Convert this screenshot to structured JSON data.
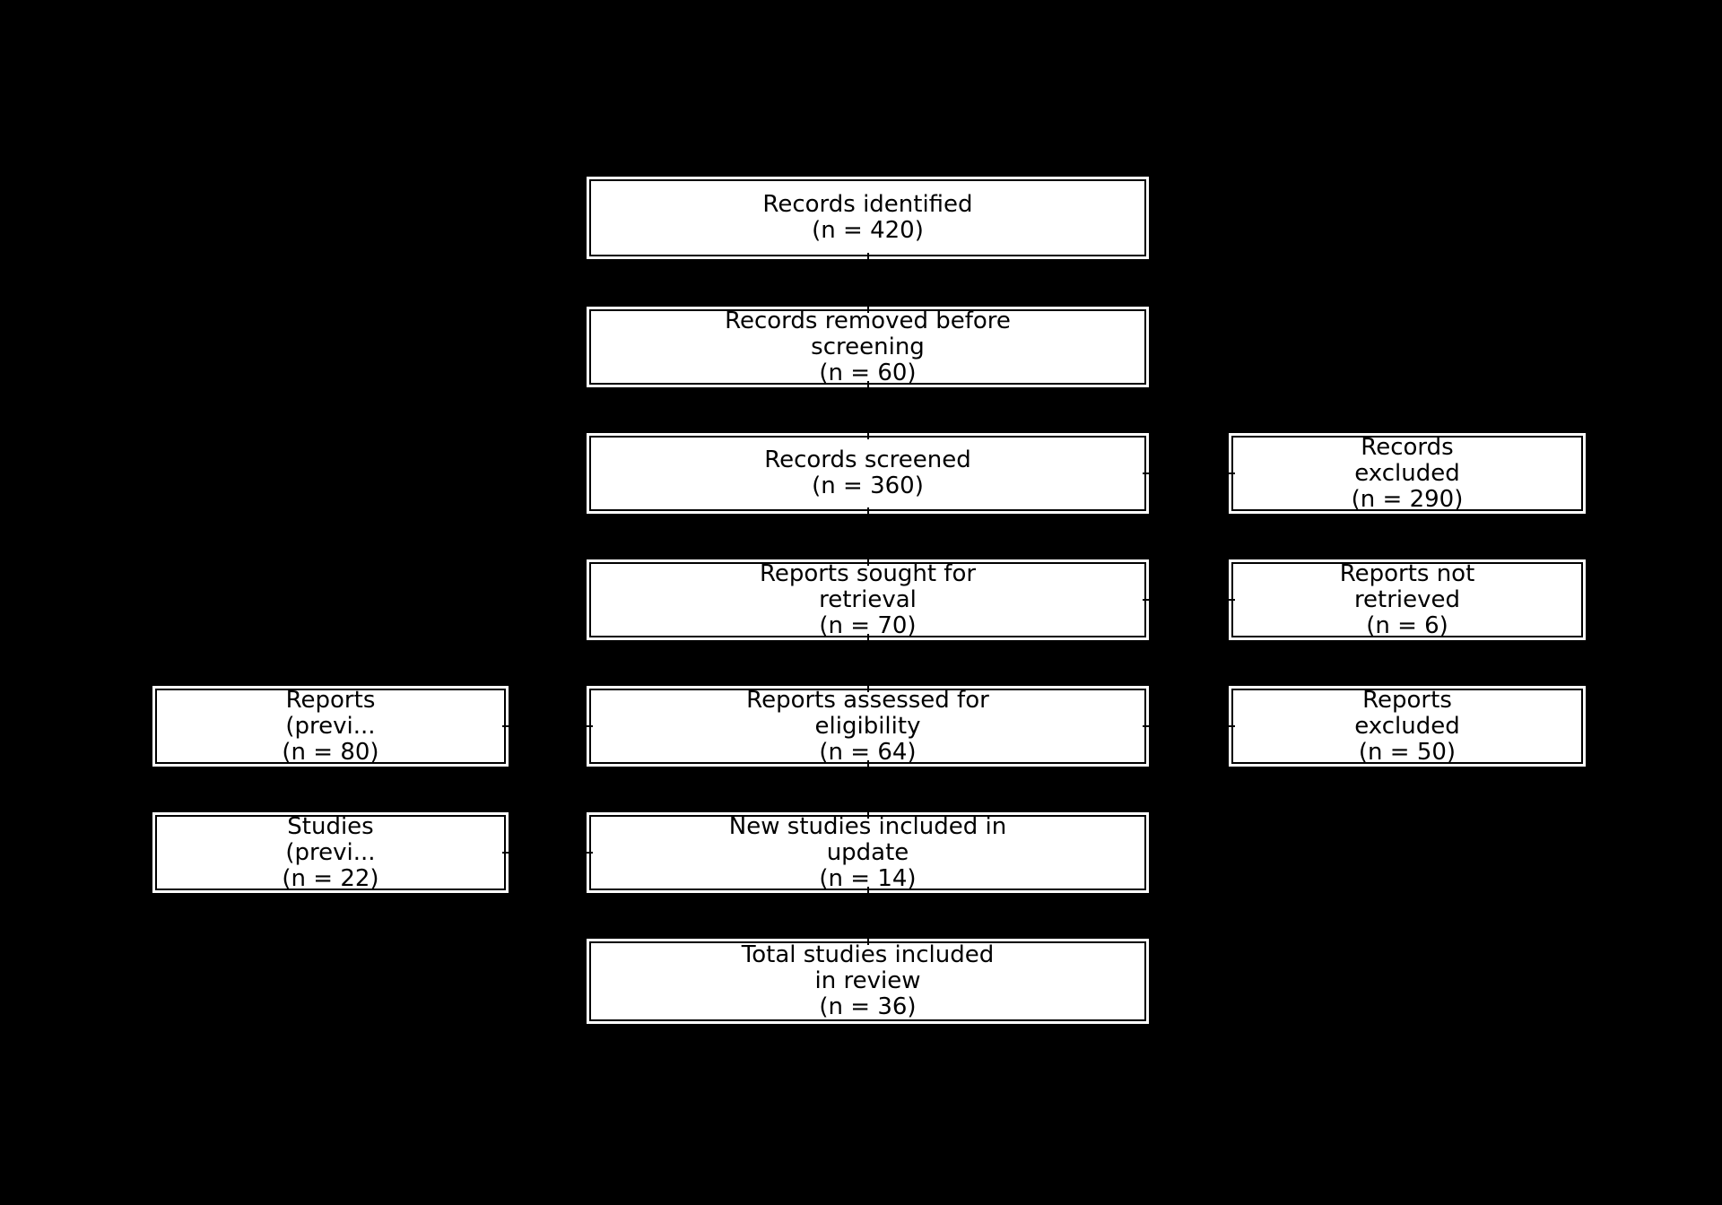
{
  "diagram": {
    "type": "prisma-flow",
    "colors": {
      "background": "#000000",
      "box_fill": "#ffffff",
      "box_border": "#000000",
      "text": "#000000",
      "connector": "#000000"
    },
    "center_column": [
      {
        "id": "records-identified",
        "lines": [
          "Records identified",
          "(n = 420)"
        ]
      },
      {
        "id": "records-removed",
        "lines": [
          "Records removed before",
          "screening",
          "(n = 60)"
        ]
      },
      {
        "id": "records-screened",
        "lines": [
          "Records screened",
          "(n = 360)"
        ]
      },
      {
        "id": "reports-sought",
        "lines": [
          "Reports sought for",
          "retrieval",
          "(n = 70)"
        ]
      },
      {
        "id": "reports-assessed",
        "lines": [
          "Reports assessed for",
          "eligibility",
          "(n = 64)"
        ]
      },
      {
        "id": "new-studies",
        "lines": [
          "New studies included in",
          "update",
          "(n = 14)"
        ]
      },
      {
        "id": "total-studies",
        "lines": [
          "Total studies included",
          "in review",
          "(n = 36)"
        ]
      }
    ],
    "right_column": [
      {
        "id": "records-excluded",
        "lines": [
          "Records",
          "excluded",
          "(n = 290)"
        ]
      },
      {
        "id": "reports-not-retrieved",
        "lines": [
          "Reports not",
          "retrieved",
          "(n = 6)"
        ]
      },
      {
        "id": "reports-excluded",
        "lines": [
          "Reports",
          "excluded",
          "(n = 50)"
        ]
      }
    ],
    "left_column": [
      {
        "id": "previous-reports",
        "lines": [
          "Reports",
          "(previ...",
          "(n = 80)"
        ]
      },
      {
        "id": "previous-studies",
        "lines": [
          "Studies",
          "(previ...",
          "(n = 22)"
        ]
      }
    ],
    "connections": [
      {
        "from": "records-identified",
        "to": "records-removed"
      },
      {
        "from": "records-removed",
        "to": "records-screened"
      },
      {
        "from": "records-screened",
        "to": "reports-sought"
      },
      {
        "from": "reports-sought",
        "to": "reports-assessed"
      },
      {
        "from": "reports-assessed",
        "to": "new-studies"
      },
      {
        "from": "new-studies",
        "to": "total-studies"
      },
      {
        "from": "records-screened",
        "to": "records-excluded"
      },
      {
        "from": "reports-sought",
        "to": "reports-not-retrieved"
      },
      {
        "from": "reports-assessed",
        "to": "reports-excluded"
      },
      {
        "from": "previous-reports",
        "to": "reports-assessed"
      },
      {
        "from": "previous-studies",
        "to": "new-studies"
      }
    ]
  }
}
